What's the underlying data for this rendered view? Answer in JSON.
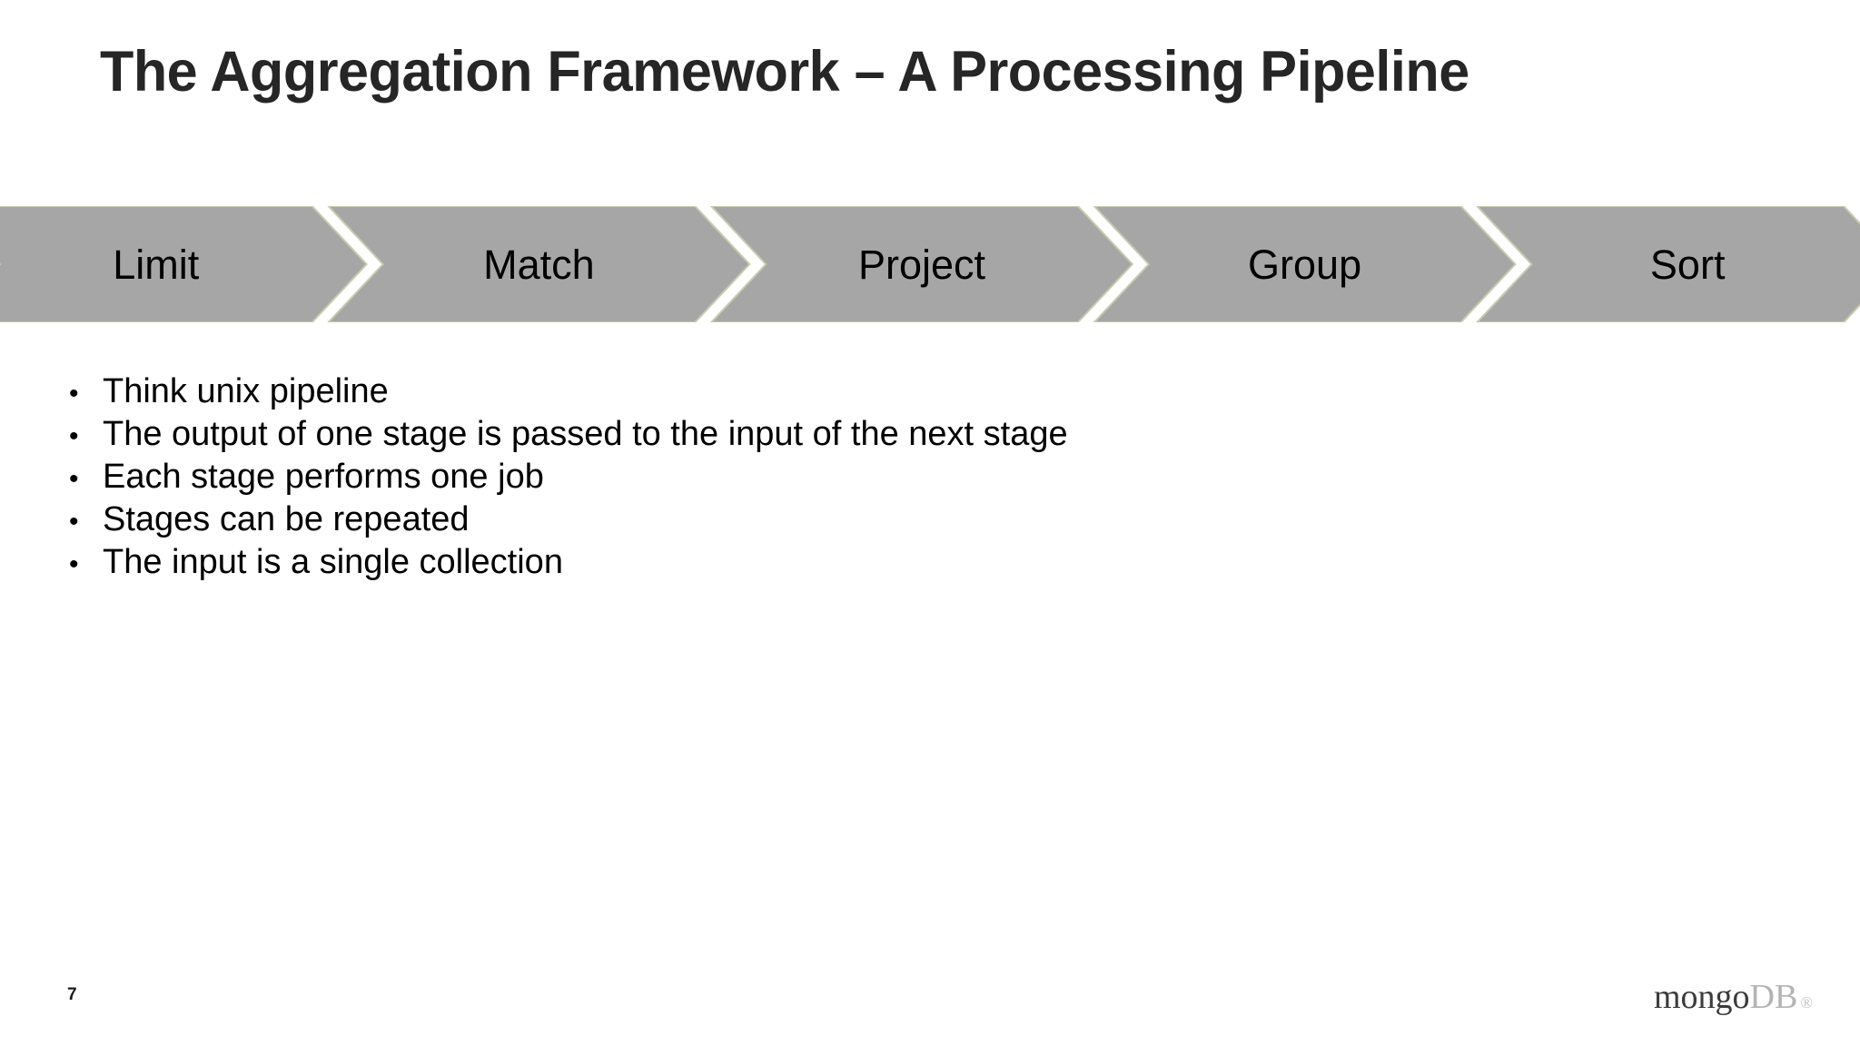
{
  "slide": {
    "title": "The Aggregation Framework – A Processing Pipeline",
    "page_number": "7",
    "background_color": "#ffffff",
    "title_color": "#262626"
  },
  "pipeline": {
    "chevron_fill": "#a6a6a6",
    "chevron_stroke": "#c9c9ae",
    "label_color": "#000000",
    "stages": [
      {
        "label": "Limit"
      },
      {
        "label": "Match"
      },
      {
        "label": "Project"
      },
      {
        "label": "Group"
      },
      {
        "label": "Sort"
      }
    ]
  },
  "bullets": {
    "marker": "•",
    "items": [
      {
        "text": "Think unix pipeline"
      },
      {
        "text": "The output of one stage is passed to the input of the next stage"
      },
      {
        "text": "Each stage performs one job"
      },
      {
        "text": "Stages can be repeated"
      },
      {
        "text": "The input is a single collection"
      }
    ]
  },
  "logo": {
    "primary": "mongo",
    "secondary": "DB",
    "trademark": "®",
    "primary_color": "#3c3c3c",
    "secondary_color": "#b4b4b4"
  }
}
